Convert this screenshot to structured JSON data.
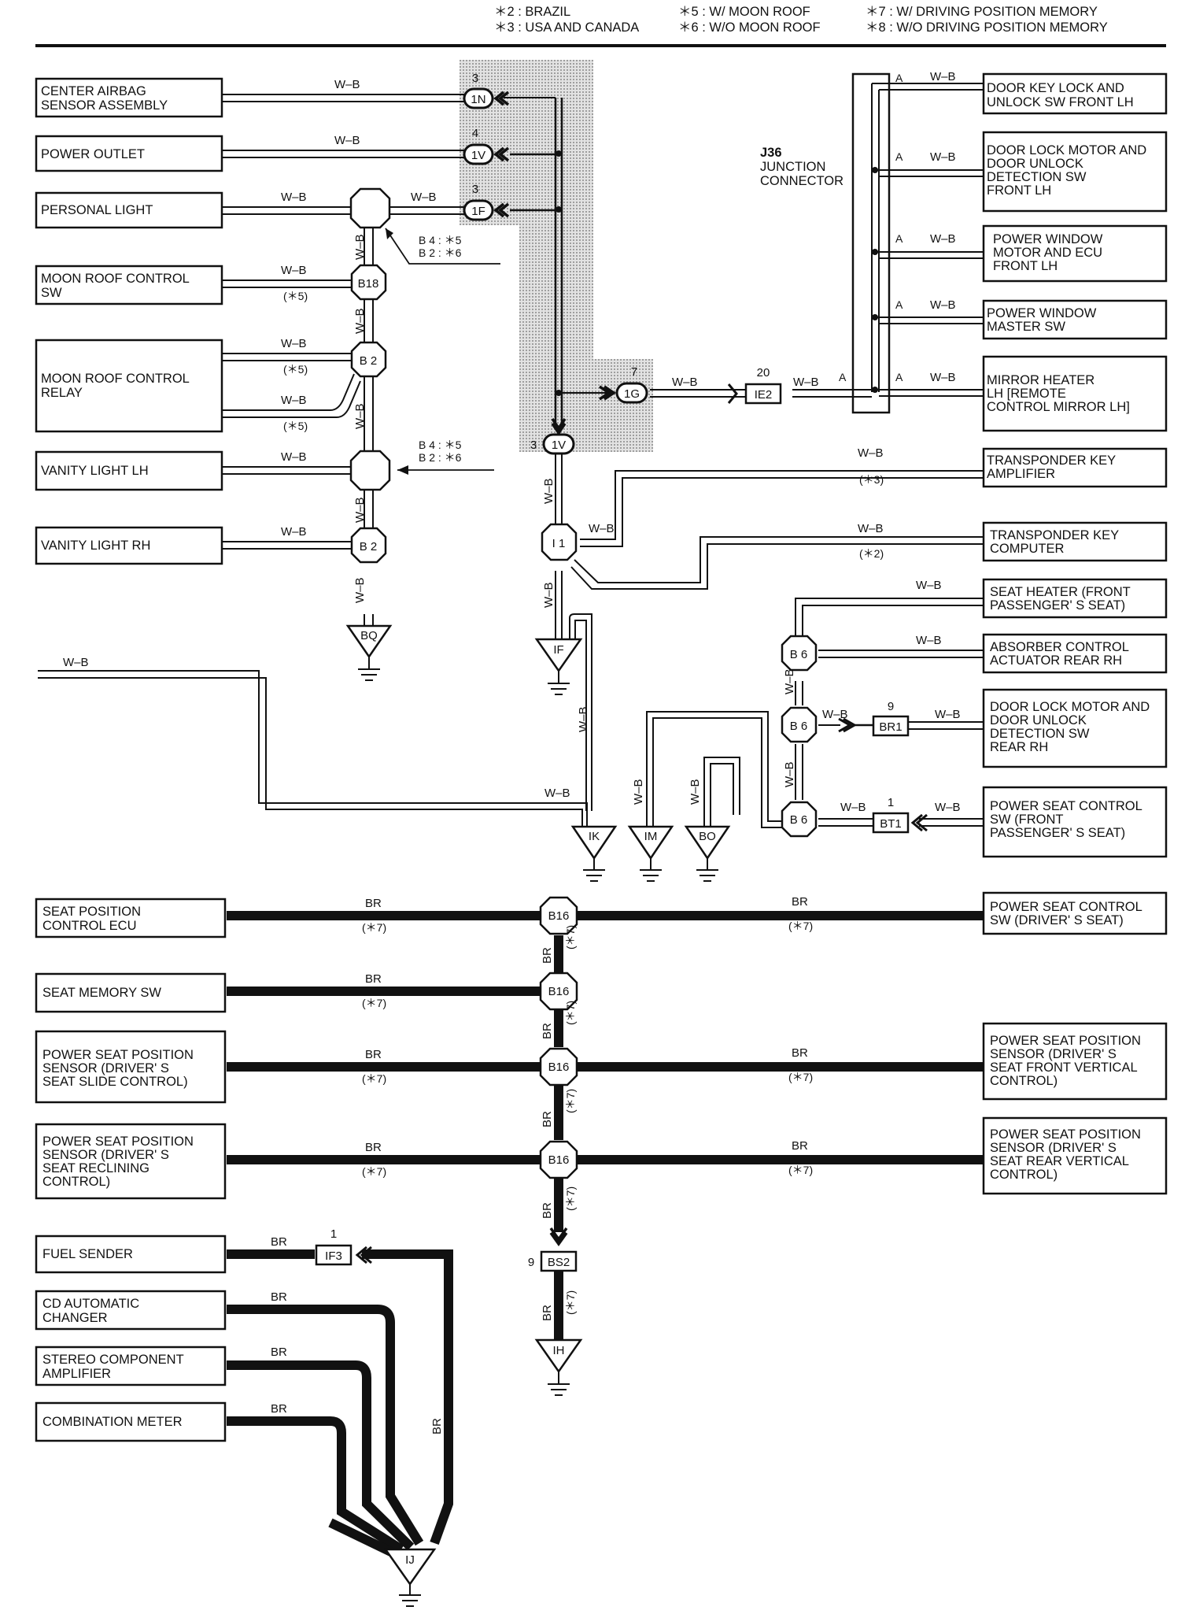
{
  "legend": [
    "＊2 : BRAZIL",
    "＊3 : USA AND CANADA",
    "＊5 : W/ MOON ROOF",
    "＊6 : W/O MOON ROOF",
    "＊7 : W/ DRIVING POSITION MEMORY",
    "＊8 : W/O DRIVING POSITION MEMORY"
  ],
  "components_left": [
    [
      "CENTER AIRBAG",
      "SENSOR ASSEMBLY"
    ],
    [
      "POWER OUTLET"
    ],
    [
      "PERSONAL LIGHT"
    ],
    [
      "MOON ROOF CONTROL",
      "SW"
    ],
    [
      "MOON ROOF CONTROL",
      "RELAY"
    ],
    [
      "VANITY LIGHT LH"
    ],
    [
      "VANITY LIGHT RH"
    ],
    [
      "SEAT POSITION",
      "CONTROL ECU"
    ],
    [
      "SEAT MEMORY SW"
    ],
    [
      "POWER SEAT POSITION",
      "SENSOR (DRIVER' S",
      "SEAT SLIDE CONTROL)"
    ],
    [
      "POWER SEAT POSITION",
      "SENSOR (DRIVER' S",
      "SEAT RECLINING",
      "CONTROL)"
    ],
    [
      "FUEL SENDER"
    ],
    [
      "CD AUTOMATIC",
      "CHANGER"
    ],
    [
      "STEREO COMPONENT",
      "AMPLIFIER"
    ],
    [
      "COMBINATION METER"
    ]
  ],
  "components_right": [
    [
      "DOOR KEY LOCK AND",
      "UNLOCK SW FRONT LH"
    ],
    [
      "DOOR LOCK MOTOR AND",
      "DOOR UNLOCK",
      "DETECTION SW",
      "FRONT LH"
    ],
    [
      "POWER WINDOW",
      "MOTOR AND ECU",
      "FRONT LH"
    ],
    [
      "POWER WINDOW",
      "MASTER SW"
    ],
    [
      "MIRROR HEATER",
      "LH [REMOTE",
      "CONTROL MIRROR LH]"
    ],
    [
      "TRANSPONDER KEY",
      "AMPLIFIER"
    ],
    [
      "TRANSPONDER KEY",
      "COMPUTER"
    ],
    [
      "SEAT HEATER (FRONT",
      "PASSENGER' S SEAT)"
    ],
    [
      "ABSORBER CONTROL",
      "ACTUATOR REAR RH"
    ],
    [
      "DOOR LOCK MOTOR AND",
      "DOOR UNLOCK",
      "DETECTION SW",
      "REAR RH"
    ],
    [
      "POWER SEAT CONTROL",
      "SW (FRONT",
      "PASSENGER' S SEAT)"
    ],
    [
      "POWER SEAT CONTROL",
      "SW (DRIVER' S SEAT)"
    ],
    [
      "POWER SEAT POSITION",
      "SENSOR (DRIVER' S",
      "SEAT FRONT VERTICAL",
      "CONTROL)"
    ],
    [
      "POWER SEAT POSITION",
      "SENSOR (DRIVER' S",
      "SEAT REAR VERTICAL",
      "CONTROL)"
    ]
  ],
  "junction": {
    "id": "J36",
    "lines": [
      "JUNCTION",
      "CONNECTOR"
    ],
    "pin": "A"
  },
  "splices": [
    "B18",
    "B 2",
    "B 2",
    "I 1",
    "B 6",
    "B 6",
    "B 6",
    "B16",
    "B16",
    "B16",
    "B16"
  ],
  "connectors": [
    {
      "pin": "3",
      "id": "1N"
    },
    {
      "pin": "4",
      "id": "1V"
    },
    {
      "pin": "3",
      "id": "1F"
    },
    {
      "pin": "7",
      "id": "1G"
    },
    {
      "pin": "3",
      "id": "1V"
    }
  ],
  "inline_connectors": [
    {
      "pin": "20",
      "id": "IE2"
    },
    {
      "pin": "9",
      "id": "BR1"
    },
    {
      "pin": "1",
      "id": "BT1"
    },
    {
      "pin": "1",
      "id": "IF3"
    },
    {
      "pin": "9",
      "id": "BS2"
    }
  ],
  "grounds": [
    "BQ",
    "IF",
    "IK",
    "IM",
    "BO",
    "IH",
    "IJ"
  ],
  "wire_colors": {
    "white_black": "W–B",
    "brown": "BR"
  },
  "notes": {
    "n3": "(＊3)",
    "n2": "(＊2)",
    "n5": "(＊5)",
    "n7": "(＊7)",
    "b4": "B 4 : ＊5",
    "b2": "B 2 : ＊6"
  },
  "colors": {
    "line": "#111111",
    "shade": "#bdbdbd",
    "paper": "#ffffff"
  }
}
